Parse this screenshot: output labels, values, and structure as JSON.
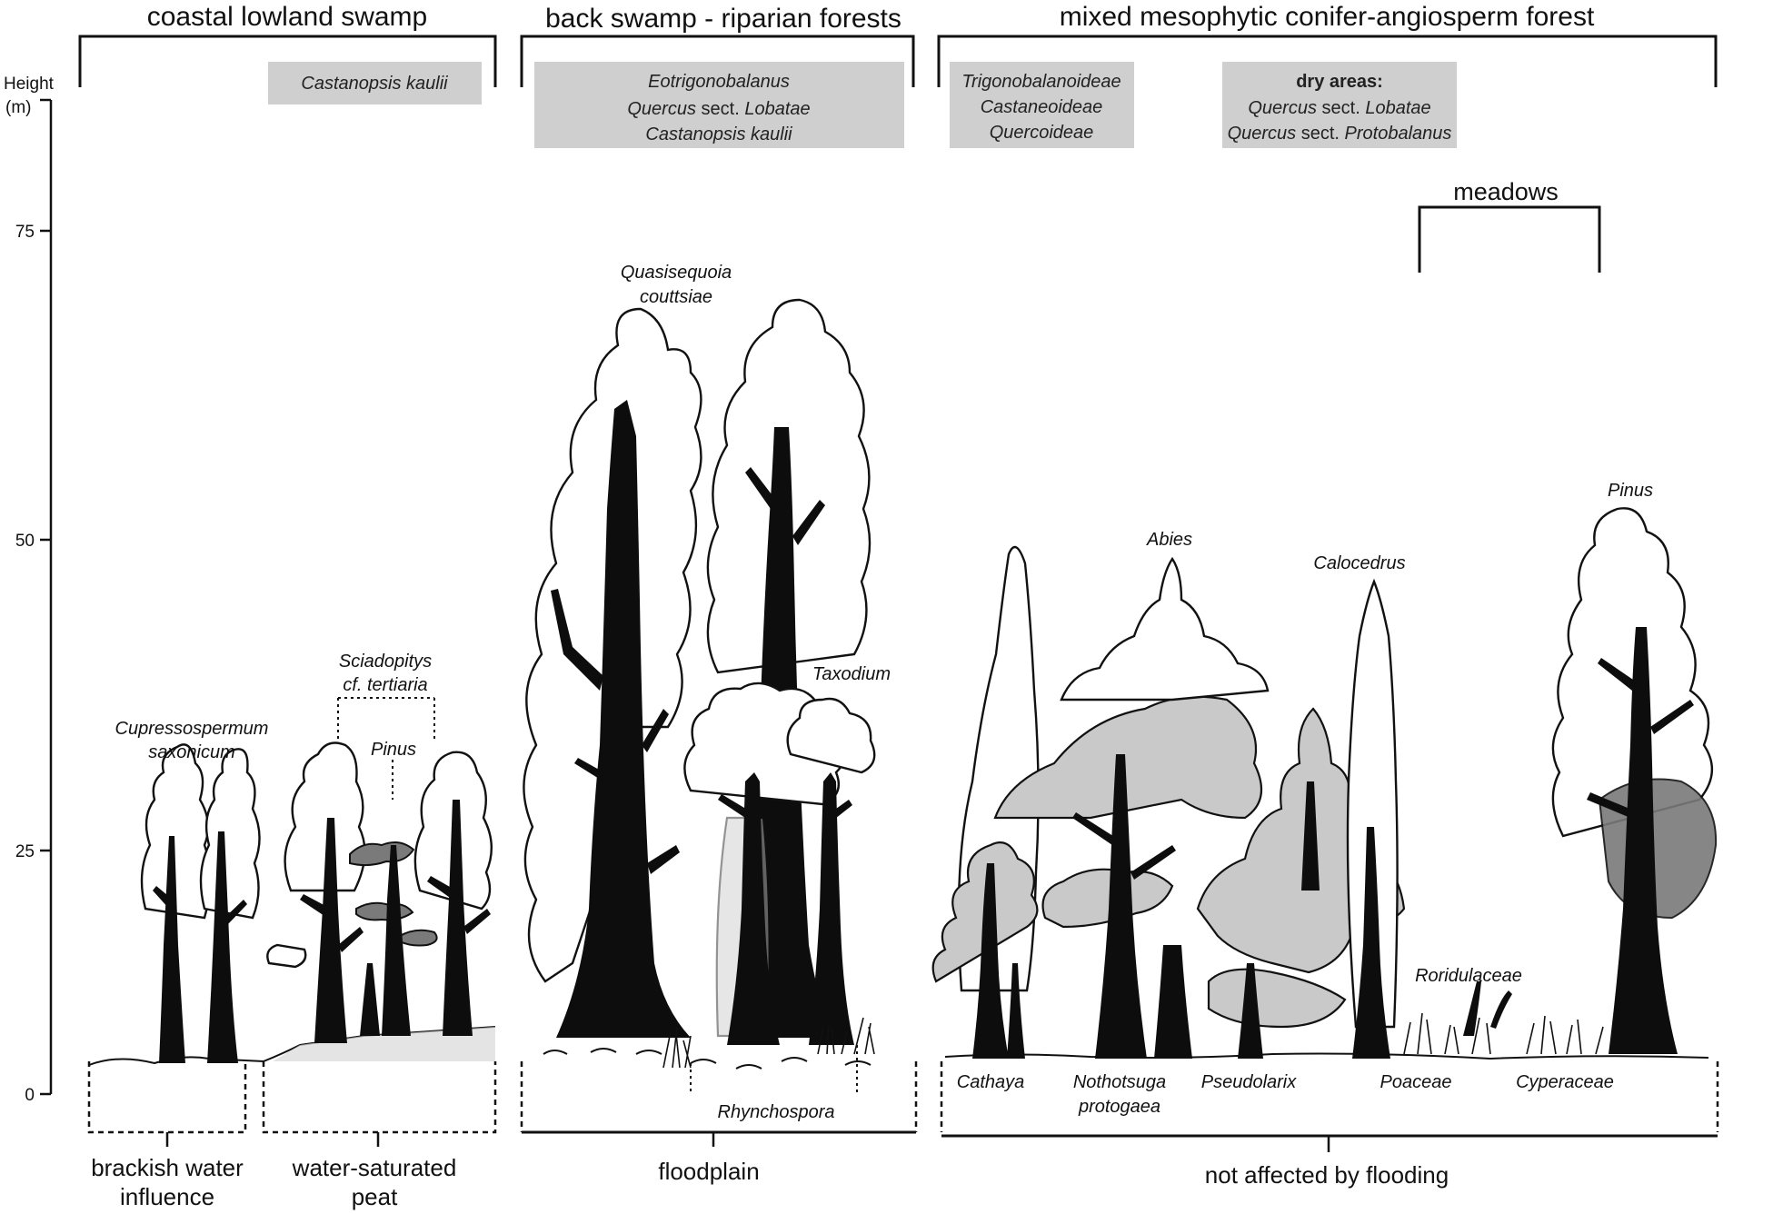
{
  "zones": {
    "coastal": "coastal lowland swamp",
    "backswamp": "back swamp - riparian forests",
    "mixed": "mixed mesophytic conifer-angiosperm forest",
    "meadows": "meadows"
  },
  "axis": {
    "title_line1": "Height",
    "title_line2": "(m)",
    "ticks": [
      "75",
      "50",
      "25",
      "0"
    ]
  },
  "boxes": {
    "coastal": [
      "Castanopsis kaulii"
    ],
    "backswamp": [
      "Eotrigonobalanus",
      "Quercus",
      " sect. ",
      "Lobatae",
      "Castanopsis kaulii"
    ],
    "mixed1": [
      "Trigonobalanoideae",
      "Castaneoideae",
      "Quercoideae"
    ],
    "mixed2": [
      "dry areas:",
      "Quercus",
      " sect. ",
      "Lobatae",
      "Quercus",
      " sect. ",
      "Protobalanus"
    ]
  },
  "taxa": {
    "cupresso": [
      "Cupressospermum",
      "saxonicum"
    ],
    "sciado": [
      "Sciadopitys",
      "cf. tertiaria"
    ],
    "pinus_small": "Pinus",
    "quasi": [
      "Quasisequoia",
      "couttsiae"
    ],
    "taxodium": "Taxodium",
    "rhyncho": "Rhynchospora",
    "abies": "Abies",
    "calocedrus": "Calocedrus",
    "pinus_big": "Pinus",
    "roridula": "Roridulaceae",
    "cathaya": "Cathaya",
    "nothotsuga": [
      "Nothotsuga",
      "protogaea"
    ],
    "pseudolarix": "Pseudolarix",
    "poaceae": "Poaceae",
    "cyperaceae": "Cyperaceae"
  },
  "substrates": {
    "brackish": [
      "brackish water",
      "influence"
    ],
    "peat": [
      "water-saturated",
      "peat"
    ],
    "floodplain": "floodplain",
    "notflooded": "not affected by flooding"
  }
}
